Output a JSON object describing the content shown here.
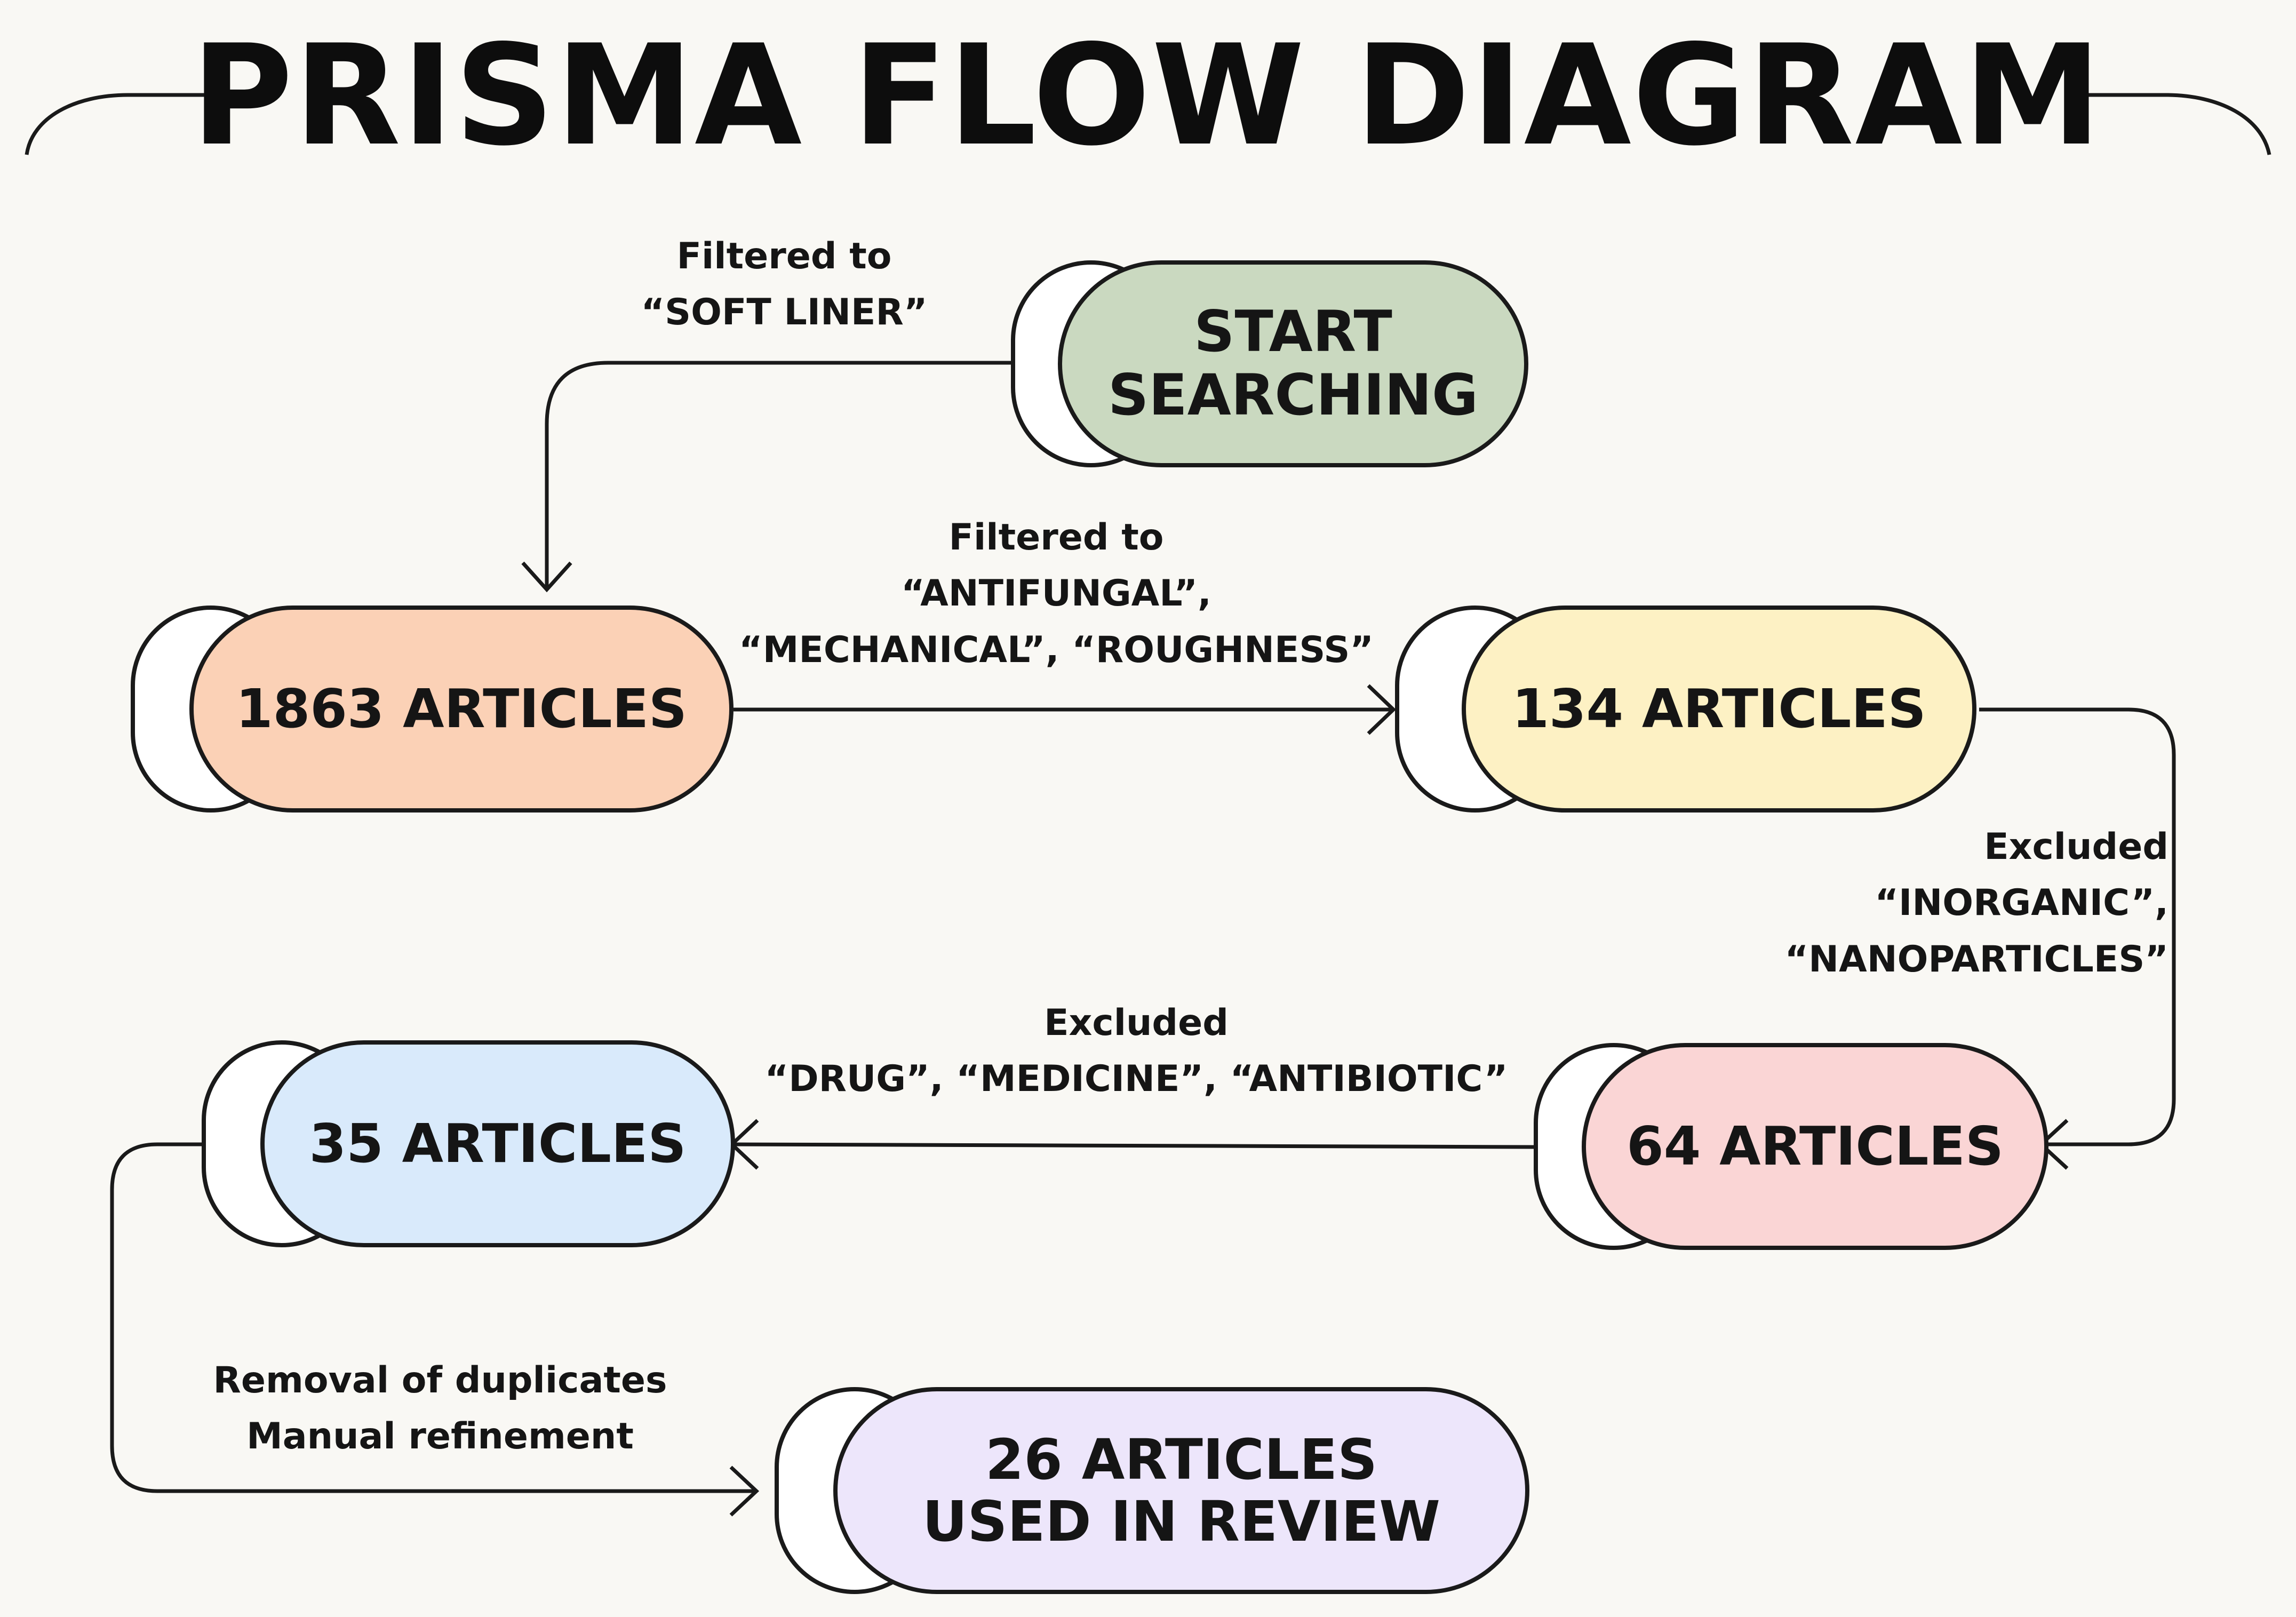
{
  "title": "PRISMA FLOW DIAGRAM",
  "colors": {
    "start": "#cad9c0",
    "n1863": "#fbd1b6",
    "n134": "#fdf1c4",
    "n64": "#fad5d5",
    "n35": "#d9eafb",
    "n26": "#ede6fb"
  },
  "nodes": {
    "start": "START\nSEARCHING",
    "n1863": "1863 ARTICLES",
    "n134": "134 ARTICLES",
    "n64": "64 ARTICLES",
    "n35": "35 ARTICLES",
    "n26": "26 ARTICLES\nUSED IN REVIEW"
  },
  "edges": {
    "soft_liner": "Filtered to\n“SOFT LINER”",
    "filters": "Filtered to\n“ANTIFUNGAL”,\n“MECHANICAL”, “ROUGHNESS”",
    "inorganic": "Excluded\n“INORGANIC”,\n“NANOPARTICLES”",
    "drug": "Excluded\n“DRUG”, “MEDICINE”, “ANTIBIOTIC”",
    "duplicates": "Removal of duplicates\nManual refinement"
  }
}
